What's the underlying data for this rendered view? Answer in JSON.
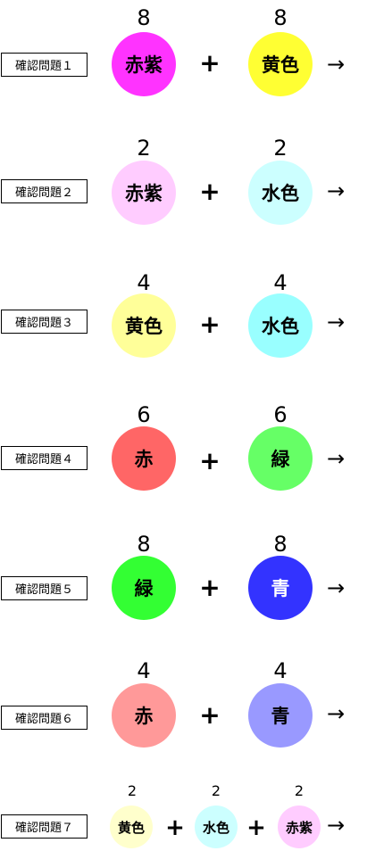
{
  "problems": [
    {
      "label": "確認問題１",
      "colors": [
        {
          "amount": "8",
          "name": "赤紫",
          "fill": "#ff33ff",
          "text_color": "#000000"
        },
        {
          "amount": "8",
          "name": "黄色",
          "fill": "#ffff33",
          "text_color": "#000000"
        }
      ],
      "operators": [
        "+"
      ],
      "arrow": "→"
    },
    {
      "label": "確認問題２",
      "colors": [
        {
          "amount": "2",
          "name": "赤紫",
          "fill": "#ffccff",
          "text_color": "#000000"
        },
        {
          "amount": "2",
          "name": "水色",
          "fill": "#ccffff",
          "text_color": "#000000"
        }
      ],
      "operators": [
        "+"
      ],
      "arrow": "→"
    },
    {
      "label": "確認問題３",
      "colors": [
        {
          "amount": "4",
          "name": "黄色",
          "fill": "#ffff99",
          "text_color": "#000000"
        },
        {
          "amount": "4",
          "name": "水色",
          "fill": "#99ffff",
          "text_color": "#000000"
        }
      ],
      "operators": [
        "+"
      ],
      "arrow": "→"
    },
    {
      "label": "確認問題４",
      "colors": [
        {
          "amount": "6",
          "name": "赤",
          "fill": "#ff6666",
          "text_color": "#000000"
        },
        {
          "amount": "6",
          "name": "緑",
          "fill": "#66ff66",
          "text_color": "#000000"
        }
      ],
      "operators": [
        "+"
      ],
      "arrow": "→"
    },
    {
      "label": "確認問題５",
      "colors": [
        {
          "amount": "8",
          "name": "緑",
          "fill": "#33ff33",
          "text_color": "#000000"
        },
        {
          "amount": "8",
          "name": "青",
          "fill": "#3333ff",
          "text_color": "#ffffff"
        }
      ],
      "operators": [
        "+"
      ],
      "arrow": "→"
    },
    {
      "label": "確認問題６",
      "colors": [
        {
          "amount": "4",
          "name": "赤",
          "fill": "#ff9999",
          "text_color": "#000000"
        },
        {
          "amount": "4",
          "name": "青",
          "fill": "#9999ff",
          "text_color": "#000000"
        }
      ],
      "operators": [
        "+"
      ],
      "arrow": "→"
    },
    {
      "label": "確認問題７",
      "colors": [
        {
          "amount": "2",
          "name": "黄色",
          "fill": "#ffffcc",
          "text_color": "#000000"
        },
        {
          "amount": "2",
          "name": "水色",
          "fill": "#ccffff",
          "text_color": "#000000"
        },
        {
          "amount": "2",
          "name": "赤紫",
          "fill": "#ffccff",
          "text_color": "#000000"
        }
      ],
      "operators": [
        "+",
        "+"
      ],
      "arrow": "→"
    }
  ]
}
